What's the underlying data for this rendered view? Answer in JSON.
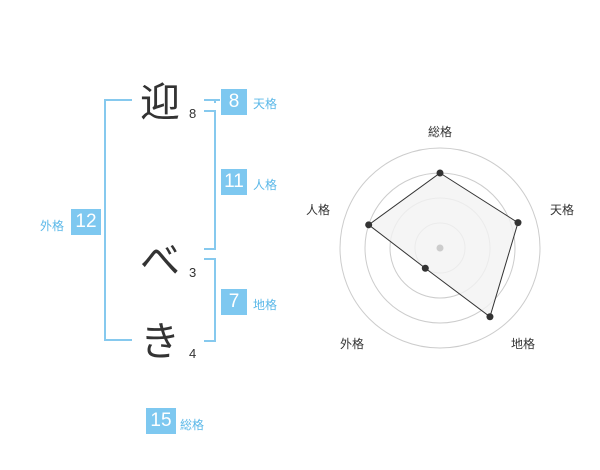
{
  "name": {
    "chars": [
      {
        "char": "迎",
        "strokes": "8"
      },
      {
        "char": "べ",
        "strokes": "3"
      },
      {
        "char": "き",
        "strokes": "4"
      }
    ]
  },
  "kakusu": {
    "tenkaku": {
      "value": "8",
      "label": "天格"
    },
    "jinkaku": {
      "value": "11",
      "label": "人格"
    },
    "chikaku": {
      "value": "7",
      "label": "地格"
    },
    "gaikaku": {
      "value": "12",
      "label": "外格"
    },
    "soukaku": {
      "value": "15",
      "label": "総格"
    }
  },
  "chart_data": {
    "type": "radar",
    "axes": [
      "総格",
      "天格",
      "地格",
      "外格",
      "人格"
    ],
    "values": [
      0.75,
      0.82,
      0.85,
      0.25,
      0.75
    ],
    "rings": 4,
    "colors": {
      "fill": "#f2f2f2",
      "line": "#333333",
      "ring": "#cccccc",
      "center": "#cccccc"
    }
  }
}
